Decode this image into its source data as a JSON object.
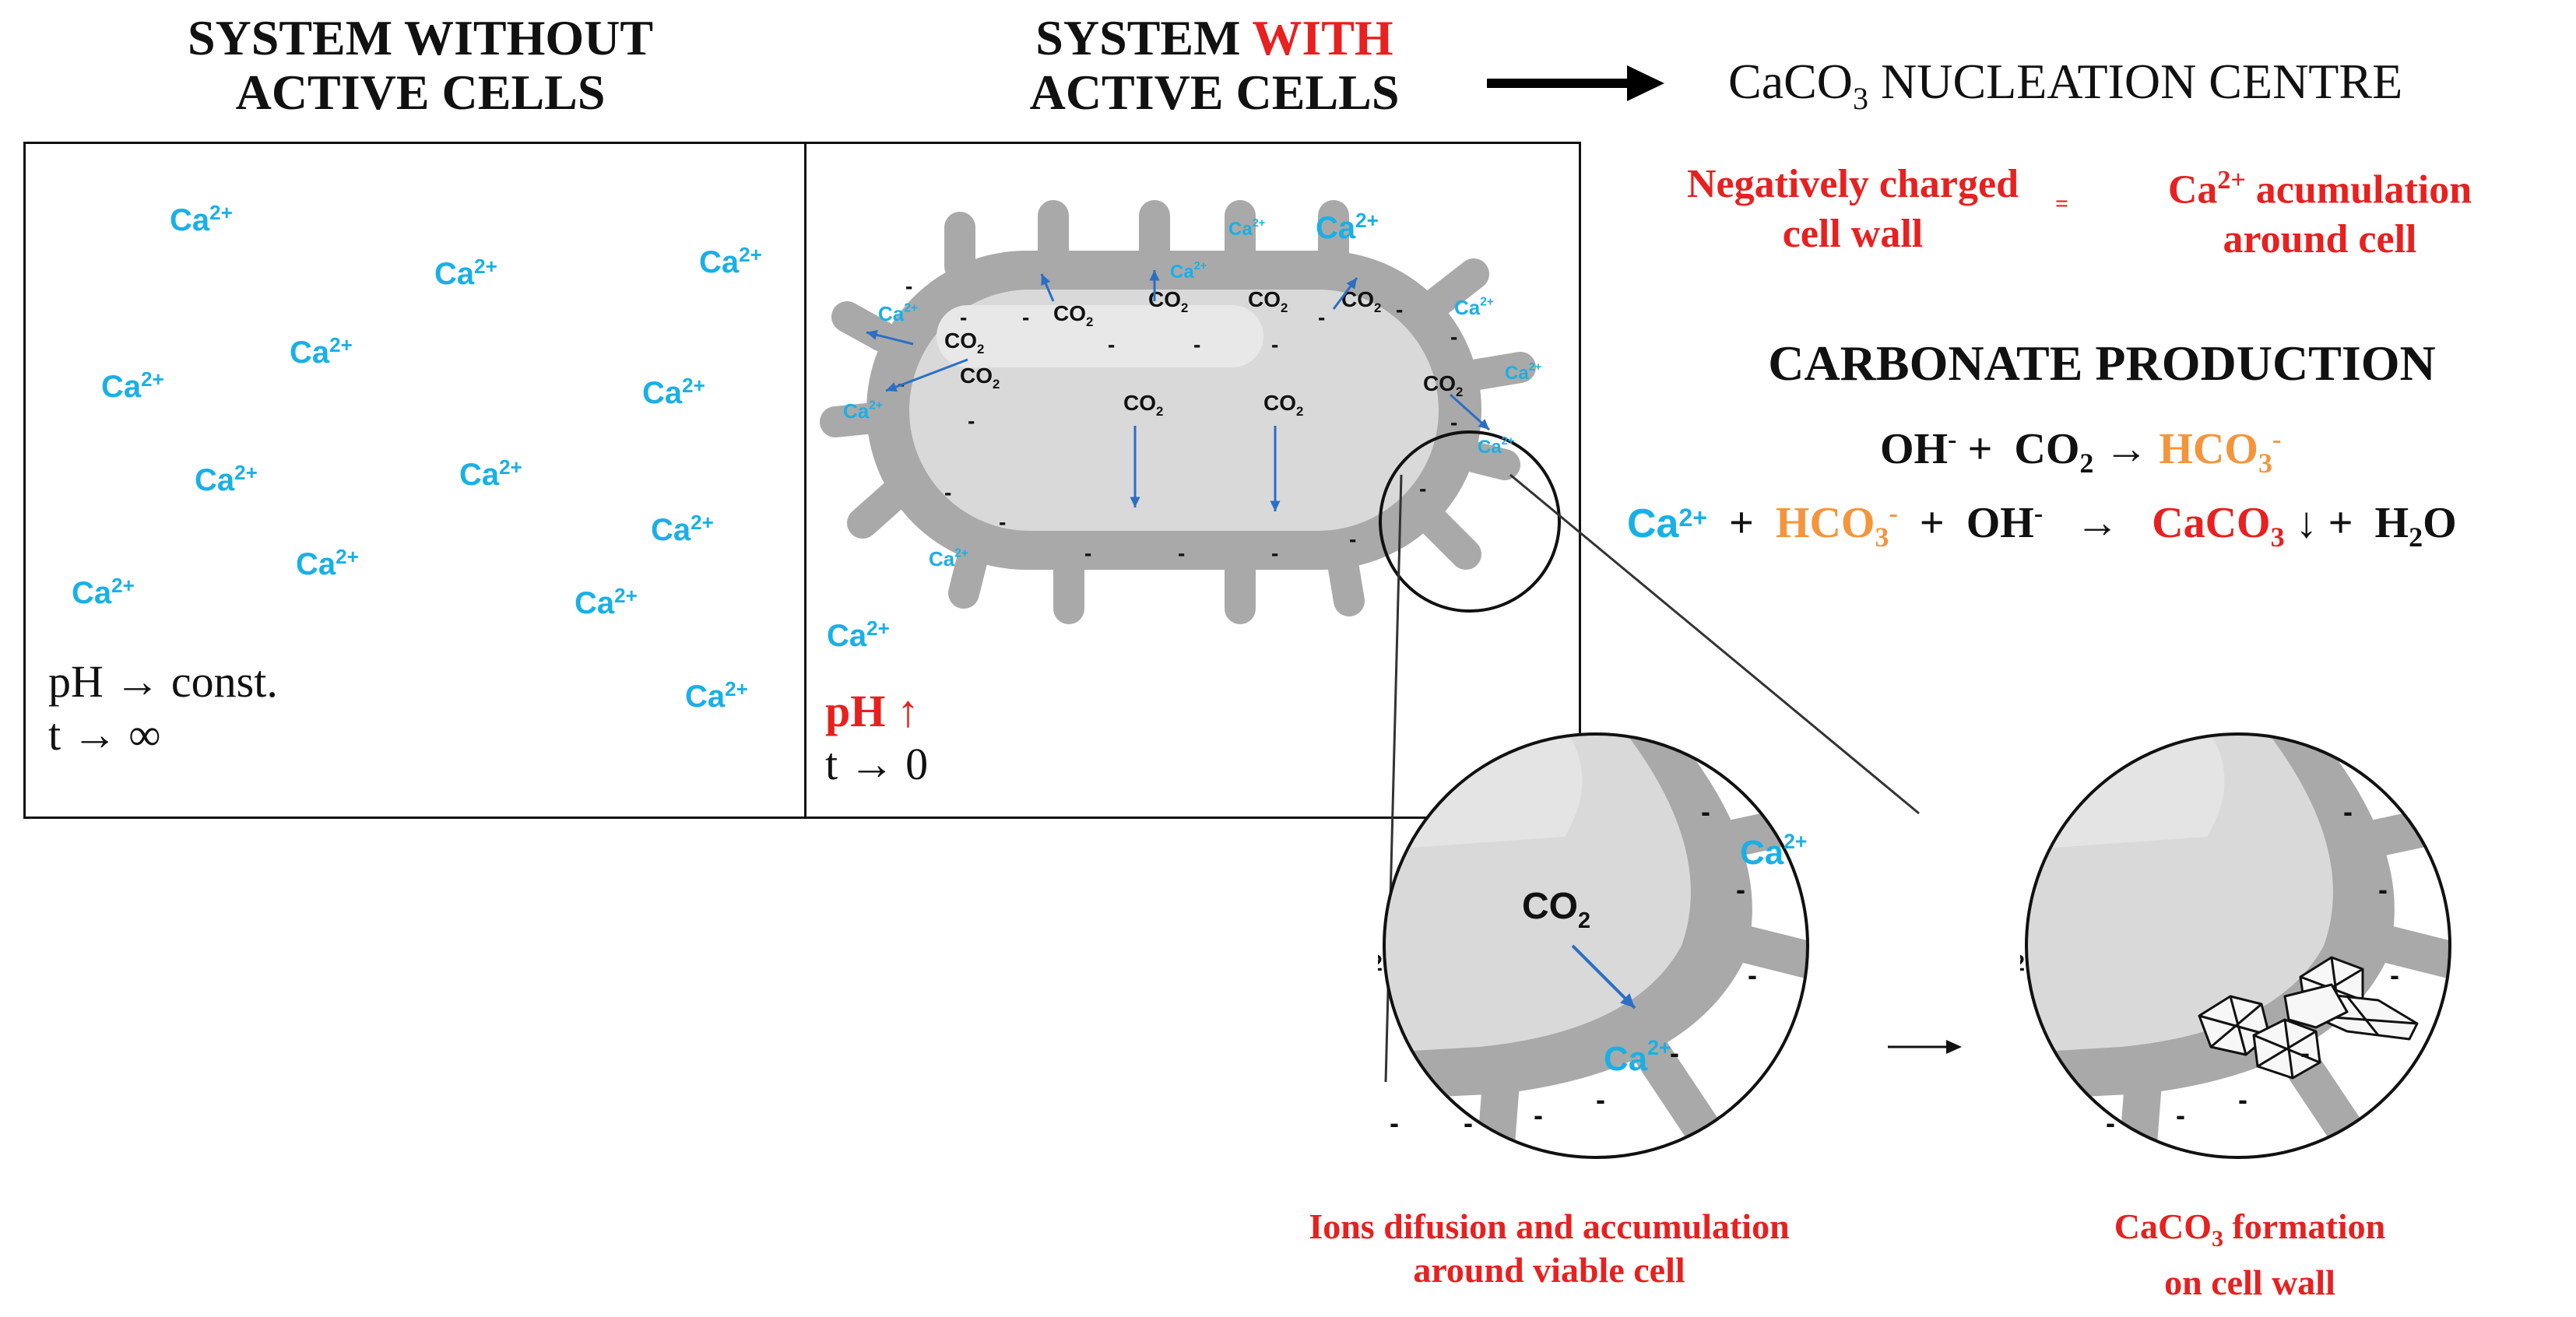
{
  "headers": {
    "without": "SYSTEM WITHOUT ACTIVE CELLS",
    "with_prefix": "SYSTEM",
    "with_highlight": "WITH",
    "with_suffix": "ACTIVE CELLS",
    "nucleation_main": "CaCO",
    "nucleation_sub": "3",
    "nucleation_rest": "NUCLEATION CENTRE"
  },
  "ion_labels": {
    "ca_base": "Ca",
    "ca_charge": "2+",
    "co2_base": "CO",
    "co2_sub": "2",
    "minus": "-"
  },
  "left_panel": {
    "ph_line": "pH → const.",
    "t_line": "t → ∞"
  },
  "middle_panel": {
    "ph_line": "pH ↑",
    "t_line": "t → 0"
  },
  "nucleation": {
    "cell_wall_line1": "Negatively charged",
    "cell_wall_line2": "cell wall",
    "equals": "=",
    "accum_line1_rest": "acumulation",
    "accum_line2": "around cell"
  },
  "carbonate": {
    "title": "CARBONATE PRODUCTION",
    "eq1_oh": "OH",
    "eq1_minus": "-",
    "eq1_plus": "+",
    "eq1_co2": "CO",
    "eq1_co2_sub": "2",
    "eq1_arrow": "→",
    "eq1_hco3": "HCO",
    "eq1_hco3_sub": "3",
    "eq1_hco3_sup": "-",
    "eq2_plus1": "+",
    "eq2_plus2": "+",
    "eq2_oh": "OH",
    "eq2_oh_sup": "-",
    "eq2_arrow": "→",
    "eq2_caco3": "CaCO",
    "eq2_caco3_sub": "3",
    "eq2_down": "↓",
    "eq2_plus3": "+",
    "eq2_h2o_h": "H",
    "eq2_h2o_sub": "2",
    "eq2_h2o_o": "O"
  },
  "zoom_captions": {
    "left_line1": "Ions difusion  and accumulation",
    "left_line2": "around viable cell",
    "right_line1_rest": "formation",
    "right_line2": "on cell wall",
    "right_prefix": "CaCO",
    "right_sub": "3"
  },
  "colors": {
    "calcium": "#19b0e6",
    "highlight_red": "#e8201f",
    "bicarbonate": "#f4953b",
    "arrow_blue": "#2b6fc4",
    "cell_wall_gray": "#a9a9a9",
    "cell_inner_gray": "#d9d9d9"
  }
}
